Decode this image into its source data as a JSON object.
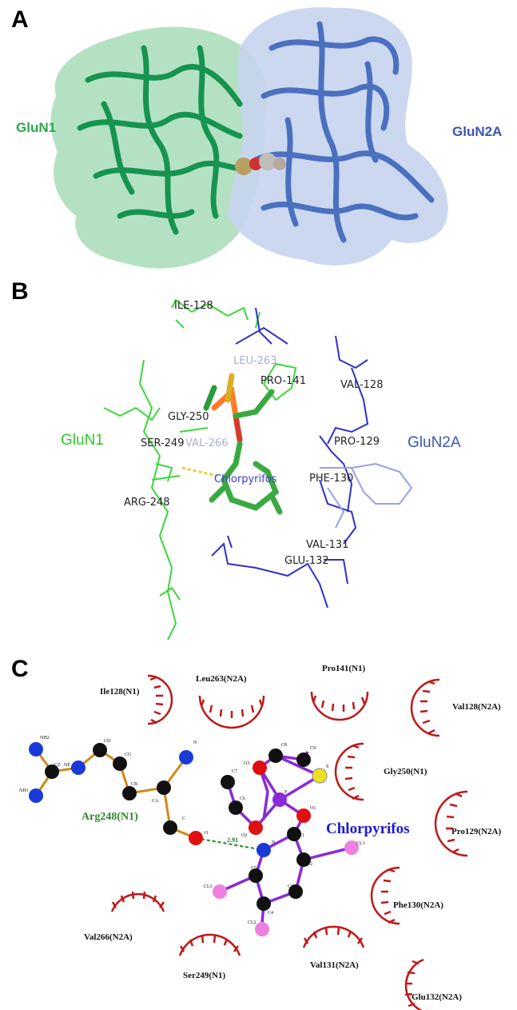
{
  "panel_a": {
    "letter": "A",
    "label_left": "GluN1",
    "label_right": "GluN2A",
    "colors": {
      "glun1": "#1a9a50",
      "glun2a": "#5b7fd0"
    }
  },
  "panel_b": {
    "letter": "B",
    "label_left": "GluN1",
    "label_right": "GluN2A",
    "ligand": "Chlorpyrifos",
    "residues": {
      "ile128": "ILE-128",
      "leu263": "LEU-263",
      "pro141": "PRO-141",
      "val128": "VAL-128",
      "gly250": "GLY-250",
      "ser249": "SER-249",
      "val266": "VAL-266",
      "pro129": "PRO-129",
      "phe130": "PHE-130",
      "arg248": "ARG-248",
      "val131": "VAL-131",
      "glu132": "GLU-132"
    }
  },
  "panel_c": {
    "letter": "C",
    "ligand": "Chlorpyrifos",
    "arg_label": "Arg248(N1)",
    "hbond_distance": "2.91",
    "residues": {
      "ile128": "Ile128(N1)",
      "leu263": "Leu263(N2A)",
      "pro141": "Pro141(N1)",
      "val128": "Val128(N2A)",
      "gly250": "Gly250(N1)",
      "pro129": "Pro129(N2A)",
      "val266": "Val266(N2A)",
      "phe130": "Phe130(N2A)",
      "ser249": "Ser249(N1)",
      "val131": "Val131(N2A)",
      "glu132": "Glu132(N2A)"
    },
    "atoms": {
      "nh2": "NH2",
      "nh1": "NH1",
      "cz": "CZ",
      "ne": "NE",
      "cd": "CD",
      "cg": "CG",
      "cb": "CB",
      "ca": "CA",
      "c": "C",
      "o": "O",
      "n_arg": "N",
      "c8": "C8",
      "c9": "C9",
      "o3": "O3",
      "c7": "C7",
      "c6": "C6",
      "o2": "O2",
      "p": "P",
      "s": "S",
      "o1": "O1",
      "n_lig": "N",
      "c5": "C5",
      "c1": "C1",
      "cl1": "CL1",
      "c3": "C3",
      "c2": "C2",
      "c4": "C4",
      "cl3": "CL3",
      "cl2": "CL2"
    }
  }
}
